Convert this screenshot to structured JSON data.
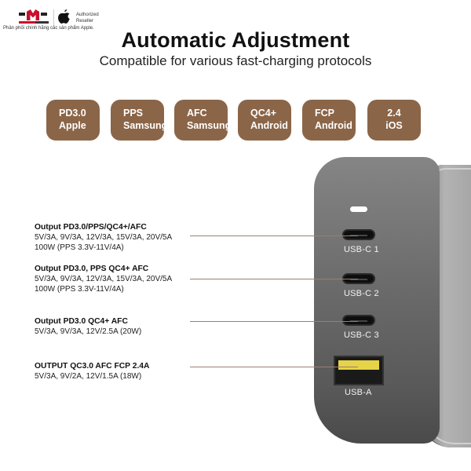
{
  "header": {
    "reseller": {
      "authorized_line1": "Authorized",
      "authorized_line2": "Reseller",
      "tagline": "Phân phối chính hãng các sản phẩm Apple.",
      "brand_color": "#c8102e",
      "icon": "apple-icon"
    },
    "title": "Automatic Adjustment",
    "subtitle": "Compatible for various fast-charging protocols"
  },
  "badges": [
    {
      "line1": "PD3.0",
      "line2": "Apple"
    },
    {
      "line1": "PPS",
      "line2": "Samsung"
    },
    {
      "line1": "AFC",
      "line2": "Samsung"
    },
    {
      "line1": "QC4+",
      "line2": "Android"
    },
    {
      "line1": "FCP",
      "line2": "Android"
    },
    {
      "line1": "2.4",
      "line2": "iOS"
    }
  ],
  "badge_color": "#8b6548",
  "ports": [
    {
      "label": "USB-C 1",
      "heading": "Output PD3.0/PPS/QC4+/AFC",
      "line1": "5V/3A, 9V/3A, 12V/3A, 15V/3A, 20V/5A",
      "line2": "100W  (PPS 3.3V-11V/4A)"
    },
    {
      "label": "USB-C 2",
      "heading": "Output PD3.0, PPS QC4+ AFC",
      "line1": "5V/3A, 9V/3A, 12V/3A, 15V/3A, 20V/5A",
      "line2": "100W  (PPS 3.3V-11V/4A)"
    },
    {
      "label": "USB-C 3",
      "heading": "Output PD3.0 QC4+ AFC",
      "line1": "5V/3A, 9V/3A, 12V/2.5A (20W)"
    },
    {
      "label": "USB-A",
      "heading": "OUTPUT QC3.0 AFC FCP 2.4A",
      "line1": "5V/3A, 9V/2A, 12V/1.5A (18W)"
    }
  ],
  "colors": {
    "device_body": "#6b6b6b",
    "usb_a_insert": "#e6d347",
    "leader_line": "#9a7f72"
  }
}
